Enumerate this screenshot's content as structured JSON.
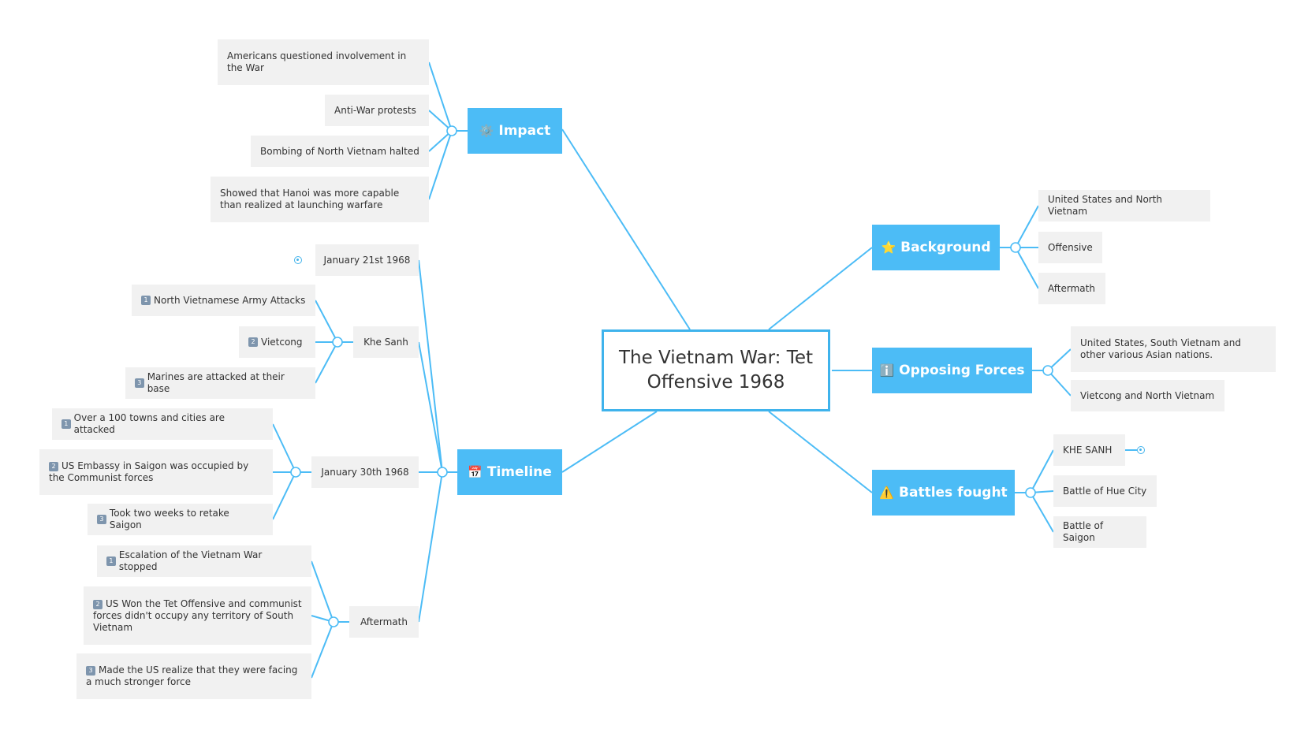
{
  "central": "The Vietnam War: Tet Offensive 1968",
  "colors": {
    "line": "#4cbcf6",
    "branch": "#4cbcf6",
    "leaf_bg": "#f1f1f1"
  },
  "impact": {
    "icon": "⚙️",
    "label": "Impact",
    "items": [
      "Americans questioned involvement in the War",
      "Anti-War protests",
      "Bombing of North Vietnam halted",
      "Showed that Hanoi was more capable than realized at launching warfare"
    ]
  },
  "timeline": {
    "icon": "📅",
    "label": "Timeline",
    "nodes": {
      "jan21": {
        "label": "January 21st 1968"
      },
      "khesanh": {
        "label": "Khe Sanh",
        "items": [
          {
            "badge": "1",
            "text": "North Vietnamese Army Attacks"
          },
          {
            "badge": "2",
            "text": "Vietcong"
          },
          {
            "badge": "3",
            "text": "Marines are attacked at their base"
          }
        ]
      },
      "jan30": {
        "label": "January 30th 1968",
        "items": [
          {
            "badge": "1",
            "text": "Over a 100 towns and cities are attacked"
          },
          {
            "badge": "2",
            "text": "US Embassy in Saigon was occupied by the Communist forces"
          },
          {
            "badge": "3",
            "text": "Took two weeks to retake Saigon"
          }
        ]
      },
      "aftermath": {
        "label": "Aftermath",
        "items": [
          {
            "badge": "1",
            "text": "Escalation of the Vietnam War stopped"
          },
          {
            "badge": "2",
            "text": "US Won the Tet Offensive and communist forces didn't occupy any territory of South Vietnam"
          },
          {
            "badge": "3",
            "text": "Made the US realize that they were facing a much stronger force"
          }
        ]
      }
    }
  },
  "background": {
    "icon": "⭐",
    "label": "Background",
    "items": [
      "United States and North Vietnam",
      "Offensive",
      "Aftermath"
    ]
  },
  "opposing": {
    "icon": "ℹ️",
    "label": "Opposing Forces",
    "items": [
      "United States, South Vietnam and other various Asian nations.",
      "Vietcong and North Vietnam"
    ]
  },
  "battles": {
    "icon": "⚠️",
    "label": "Battles fought",
    "items": [
      "KHE SANH",
      "Battle of Hue City",
      "Battle of Saigon"
    ]
  }
}
